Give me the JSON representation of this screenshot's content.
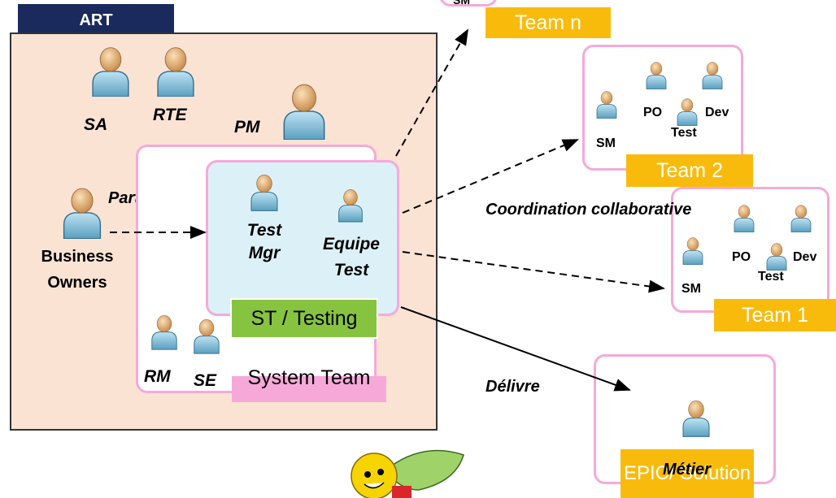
{
  "art": {
    "tab_label": "ART",
    "roles": {
      "sa": "SA",
      "rte": "RTE",
      "pm": "PM",
      "rm": "RM",
      "se": "SE"
    },
    "business_owners": "Business Owners",
    "participe": "Participe",
    "test_mgr": "Test Mgr",
    "equipe_test": "Equipe Test",
    "st_testing": "ST / Testing",
    "system_team": "System Team"
  },
  "arrows": {
    "coordination": "Coordination collaborative",
    "delivre": "Délivre"
  },
  "teams": [
    {
      "name": "Team n",
      "sm": "SM"
    },
    {
      "name": "Team 2",
      "sm": "SM",
      "po": "PO",
      "dev": "Dev",
      "test": "Test"
    },
    {
      "name": "Team 1",
      "sm": "SM",
      "po": "PO",
      "dev": "Dev",
      "test": "Test"
    }
  ],
  "epic": {
    "label": "EPIC/ Solution",
    "overlay": "Métier"
  },
  "colors": {
    "art_tab": "#1b2a5c",
    "art_bg": "#fbe3d4",
    "pink_border": "#f6a9d9",
    "team_orange": "#f9bb0b",
    "testing_green": "#86c440",
    "test_blue": "#dcf0f8"
  }
}
